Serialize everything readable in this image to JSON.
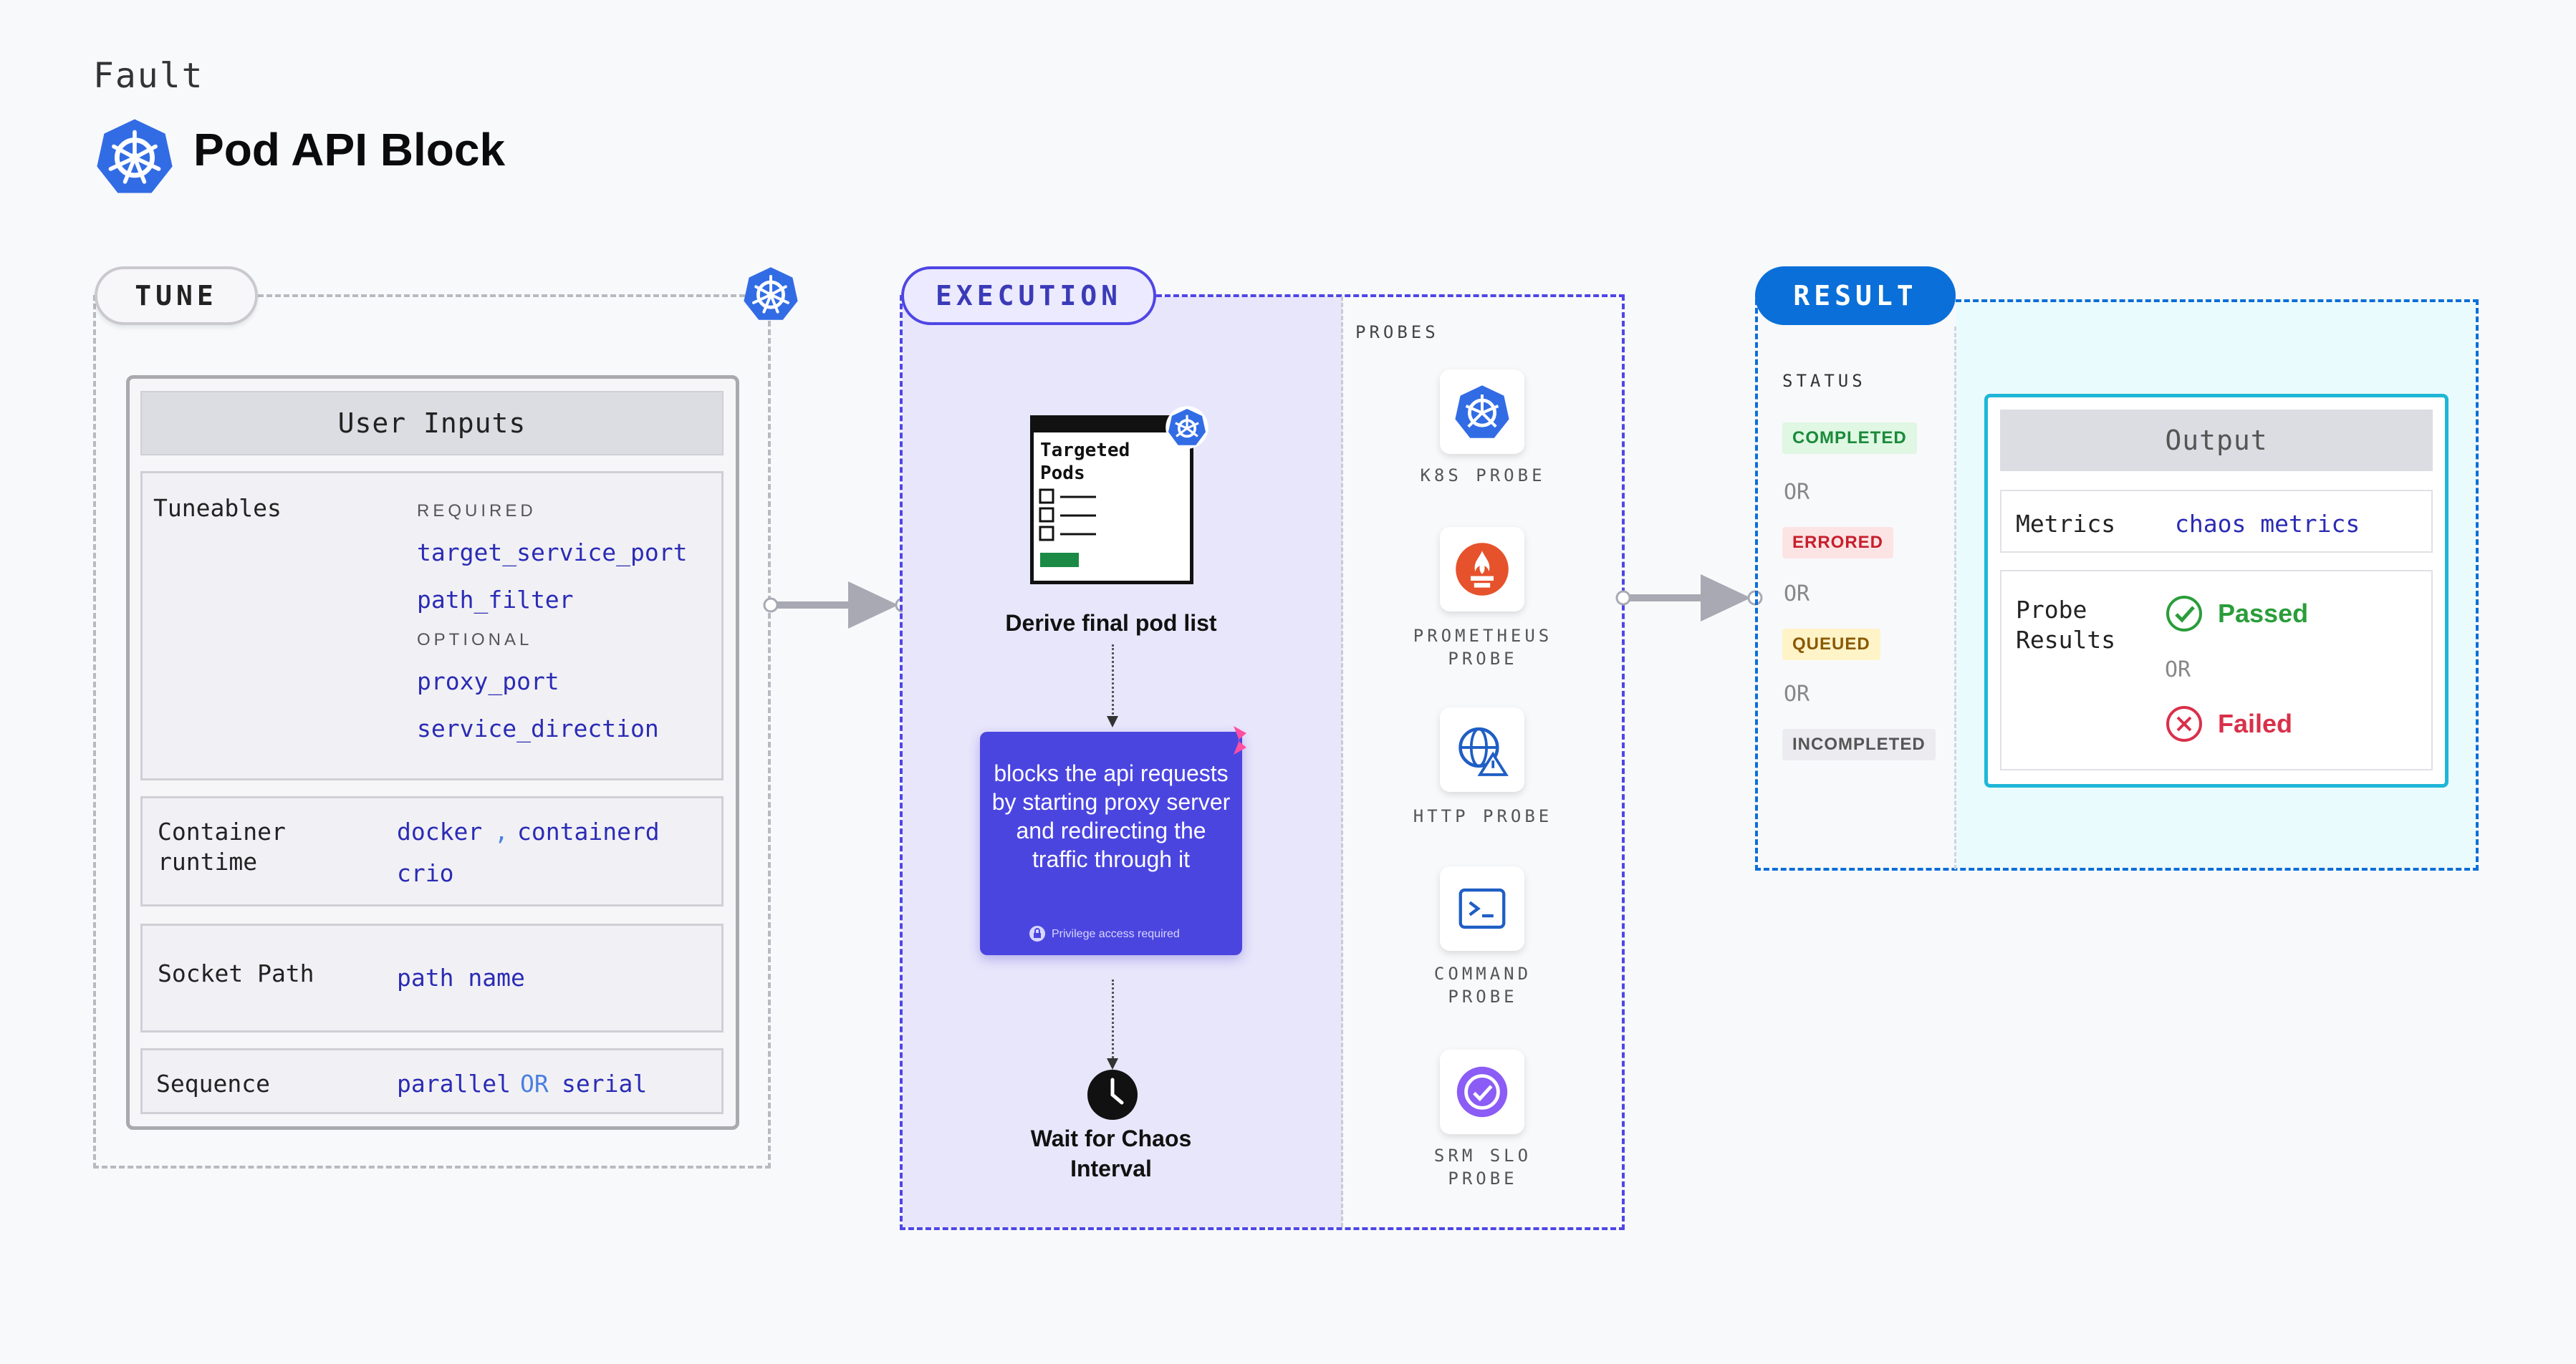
{
  "header": {
    "category": "Fault",
    "title": "Pod API Block"
  },
  "tune": {
    "pill": "TUNE",
    "user_inputs": "User Inputs",
    "tuneables_label": "Tuneables",
    "required_label": "REQUIRED",
    "required": [
      "target_service_port",
      "path_filter"
    ],
    "optional_label": "OPTIONAL",
    "optional": [
      "proxy_port",
      "service_direction"
    ],
    "runtime_label_1": "Container",
    "runtime_label_2": "runtime",
    "runtime_val_1": "docker",
    "runtime_sep": ",",
    "runtime_val_2": "containerd",
    "runtime_val_3": "crio",
    "socket_label": "Socket Path",
    "socket_value": "path name",
    "sequence_label": "Sequence",
    "sequence_a": "parallel",
    "sequence_or": "OR",
    "sequence_b": "serial"
  },
  "execution": {
    "pill": "EXECUTION",
    "pod_card_title_1": "Targeted",
    "pod_card_title_2": "Pods",
    "step1": "Derive final pod list",
    "block_text": "blocks the api requests by starting proxy server and redirecting the traffic through it",
    "privilege": "Privilege access required",
    "step3_line1": "Wait for Chaos",
    "step3_line2": "Interval",
    "probes_label": "PROBES",
    "probes": [
      {
        "line1": "K8S PROBE",
        "line2": ""
      },
      {
        "line1": "PROMETHEUS",
        "line2": "PROBE"
      },
      {
        "line1": "HTTP PROBE",
        "line2": ""
      },
      {
        "line1": "COMMAND",
        "line2": "PROBE"
      },
      {
        "line1": "SRM SLO",
        "line2": "PROBE"
      }
    ]
  },
  "result": {
    "pill": "RESULT",
    "status_label": "STATUS",
    "statuses": [
      "COMPLETED",
      "ERRORED",
      "QUEUED",
      "INCOMPLETED"
    ],
    "or": "OR",
    "output_title": "Output",
    "metrics_label": "Metrics",
    "metrics_value": "chaos metrics",
    "probe_results_1": "Probe",
    "probe_results_2": "Results",
    "passed": "Passed",
    "failed": "Failed"
  },
  "colors": {
    "k8s_blue": "#326ce5",
    "exec_accent": "#4f46e5",
    "result_accent": "#0a6fd8",
    "passed": "#2a9d3a",
    "failed": "#d9304a"
  }
}
